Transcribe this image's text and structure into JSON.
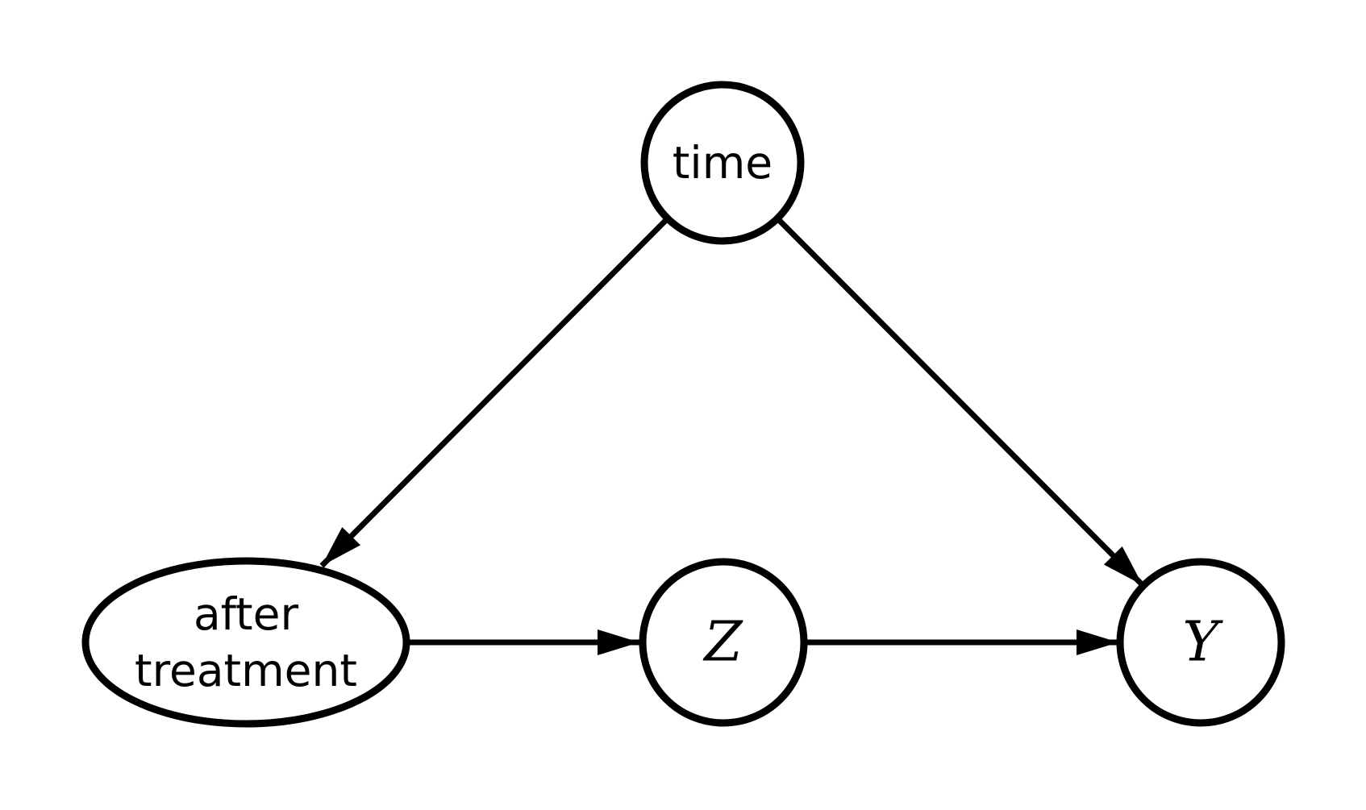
{
  "diagram": {
    "type": "causal-dag",
    "colors": {
      "background": "#ffffff",
      "stroke": "#000000",
      "text": "#000000"
    },
    "nodes": {
      "time": {
        "label": "time",
        "shape": "circle"
      },
      "after_treatment": {
        "line1": "after",
        "line2": "treatment",
        "shape": "ellipse"
      },
      "z": {
        "label": "Z",
        "shape": "circle"
      },
      "y": {
        "label": "Y",
        "shape": "circle"
      }
    },
    "edges": [
      {
        "from": "time",
        "to": "after_treatment",
        "style": "arrow"
      },
      {
        "from": "time",
        "to": "y",
        "style": "arrow"
      },
      {
        "from": "after_treatment",
        "to": "z",
        "style": "arrow"
      },
      {
        "from": "z",
        "to": "y",
        "style": "arrow"
      }
    ]
  }
}
